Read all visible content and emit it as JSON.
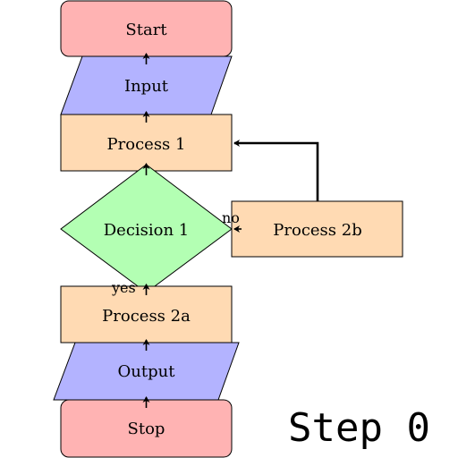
{
  "colors": {
    "terminal": "#ffb3b3",
    "io": "#b3b3ff",
    "process": "#ffdab3",
    "decision": "#b3ffb3"
  },
  "nodes": {
    "start": "Start",
    "input": "Input",
    "process1": "Process 1",
    "decision1": "Decision 1",
    "process2a": "Process 2a",
    "process2b": "Process 2b",
    "output": "Output",
    "stop": "Stop"
  },
  "edge_labels": {
    "no": "no",
    "yes": "yes"
  },
  "step_label": "Step 0"
}
